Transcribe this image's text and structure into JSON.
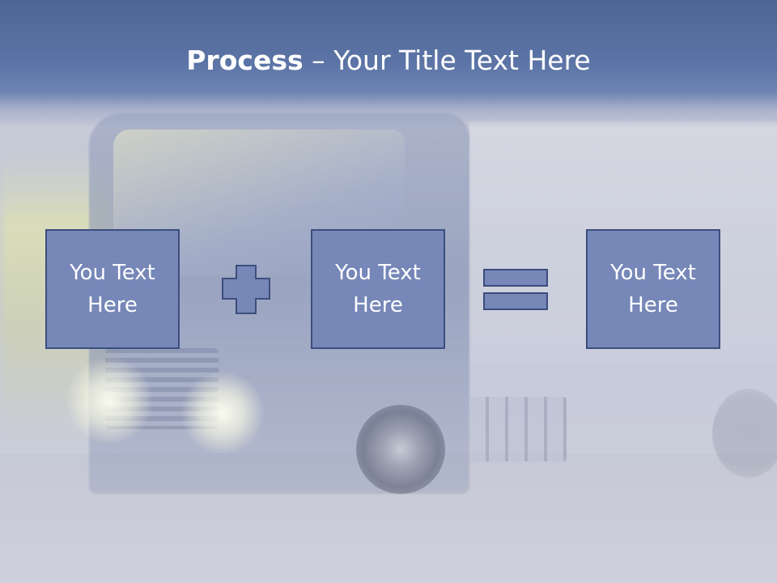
{
  "slide": {
    "title_bold": "Process",
    "title_rest": " – Your Title Text Here"
  },
  "process": {
    "boxes": [
      {
        "label": "You Text\nHere"
      },
      {
        "label": "You Text\nHere"
      },
      {
        "label": "You Text\nHere"
      }
    ],
    "operators": [
      "plus",
      "equals"
    ]
  },
  "colors": {
    "header": "#5c74a6",
    "box_fill": "#7687b8",
    "box_border": "#3c4e7d",
    "text": "#ffffff"
  }
}
